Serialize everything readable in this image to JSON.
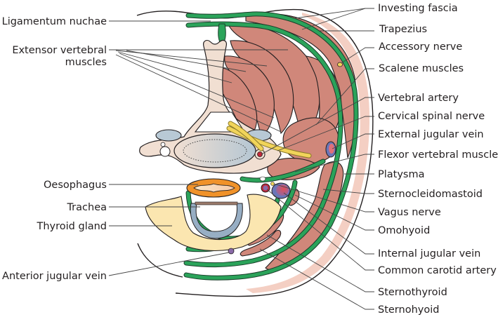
{
  "figure": {
    "title": "Transverse section of the neck",
    "labels_left": [
      {
        "id": "ligamentum-nuchae",
        "text": "Ligamentum nuchae"
      },
      {
        "id": "extensor-vertebral-muscles-1",
        "text": "Extensor vertebral"
      },
      {
        "id": "extensor-vertebral-muscles-2",
        "text": "muscles"
      },
      {
        "id": "oesophagus",
        "text": "Oesophagus"
      },
      {
        "id": "trachea",
        "text": "Trachea"
      },
      {
        "id": "thyroid-gland",
        "text": "Thyroid gland"
      },
      {
        "id": "anterior-jugular-vein",
        "text": "Anterior jugular vein"
      }
    ],
    "labels_right": [
      {
        "id": "investing-fascia",
        "text": "Investing fascia"
      },
      {
        "id": "trapezius",
        "text": "Trapezius"
      },
      {
        "id": "accessory-nerve",
        "text": "Accessory nerve"
      },
      {
        "id": "scalene-muscles",
        "text": "Scalene muscles"
      },
      {
        "id": "vertebral-artery",
        "text": "Vertebral artery"
      },
      {
        "id": "cervical-spinal-nerve",
        "text": "Cervical spinal nerve"
      },
      {
        "id": "external-jugular-vein",
        "text": "External jugular vein"
      },
      {
        "id": "flexor-vertebral-muscle",
        "text": "Flexor vertebral muscle"
      },
      {
        "id": "platysma",
        "text": "Platysma"
      },
      {
        "id": "sternocleidomastoid",
        "text": "Sternocleidomastoid"
      },
      {
        "id": "vagus-nerve",
        "text": "Vagus nerve"
      },
      {
        "id": "omohyoid",
        "text": "Omohyoid"
      },
      {
        "id": "internal-jugular-vein",
        "text": "Internal jugular vein"
      },
      {
        "id": "common-carotid-artery",
        "text": "Common carotid artery"
      },
      {
        "id": "sternothyroid",
        "text": "Sternothyroid"
      },
      {
        "id": "sternohyoid",
        "text": "Sternohyoid"
      }
    ],
    "colors": {
      "muscle": "#d0877a",
      "fascia": "#2ba35a",
      "bone": "#f1dfd2",
      "disc": "#b8c9d5",
      "thyroid": "#fbe6b0",
      "nerve": "#f1d45a",
      "oesophagus": "#f0922a",
      "vein": "#6a76b8",
      "artery": "#c4283a"
    }
  }
}
